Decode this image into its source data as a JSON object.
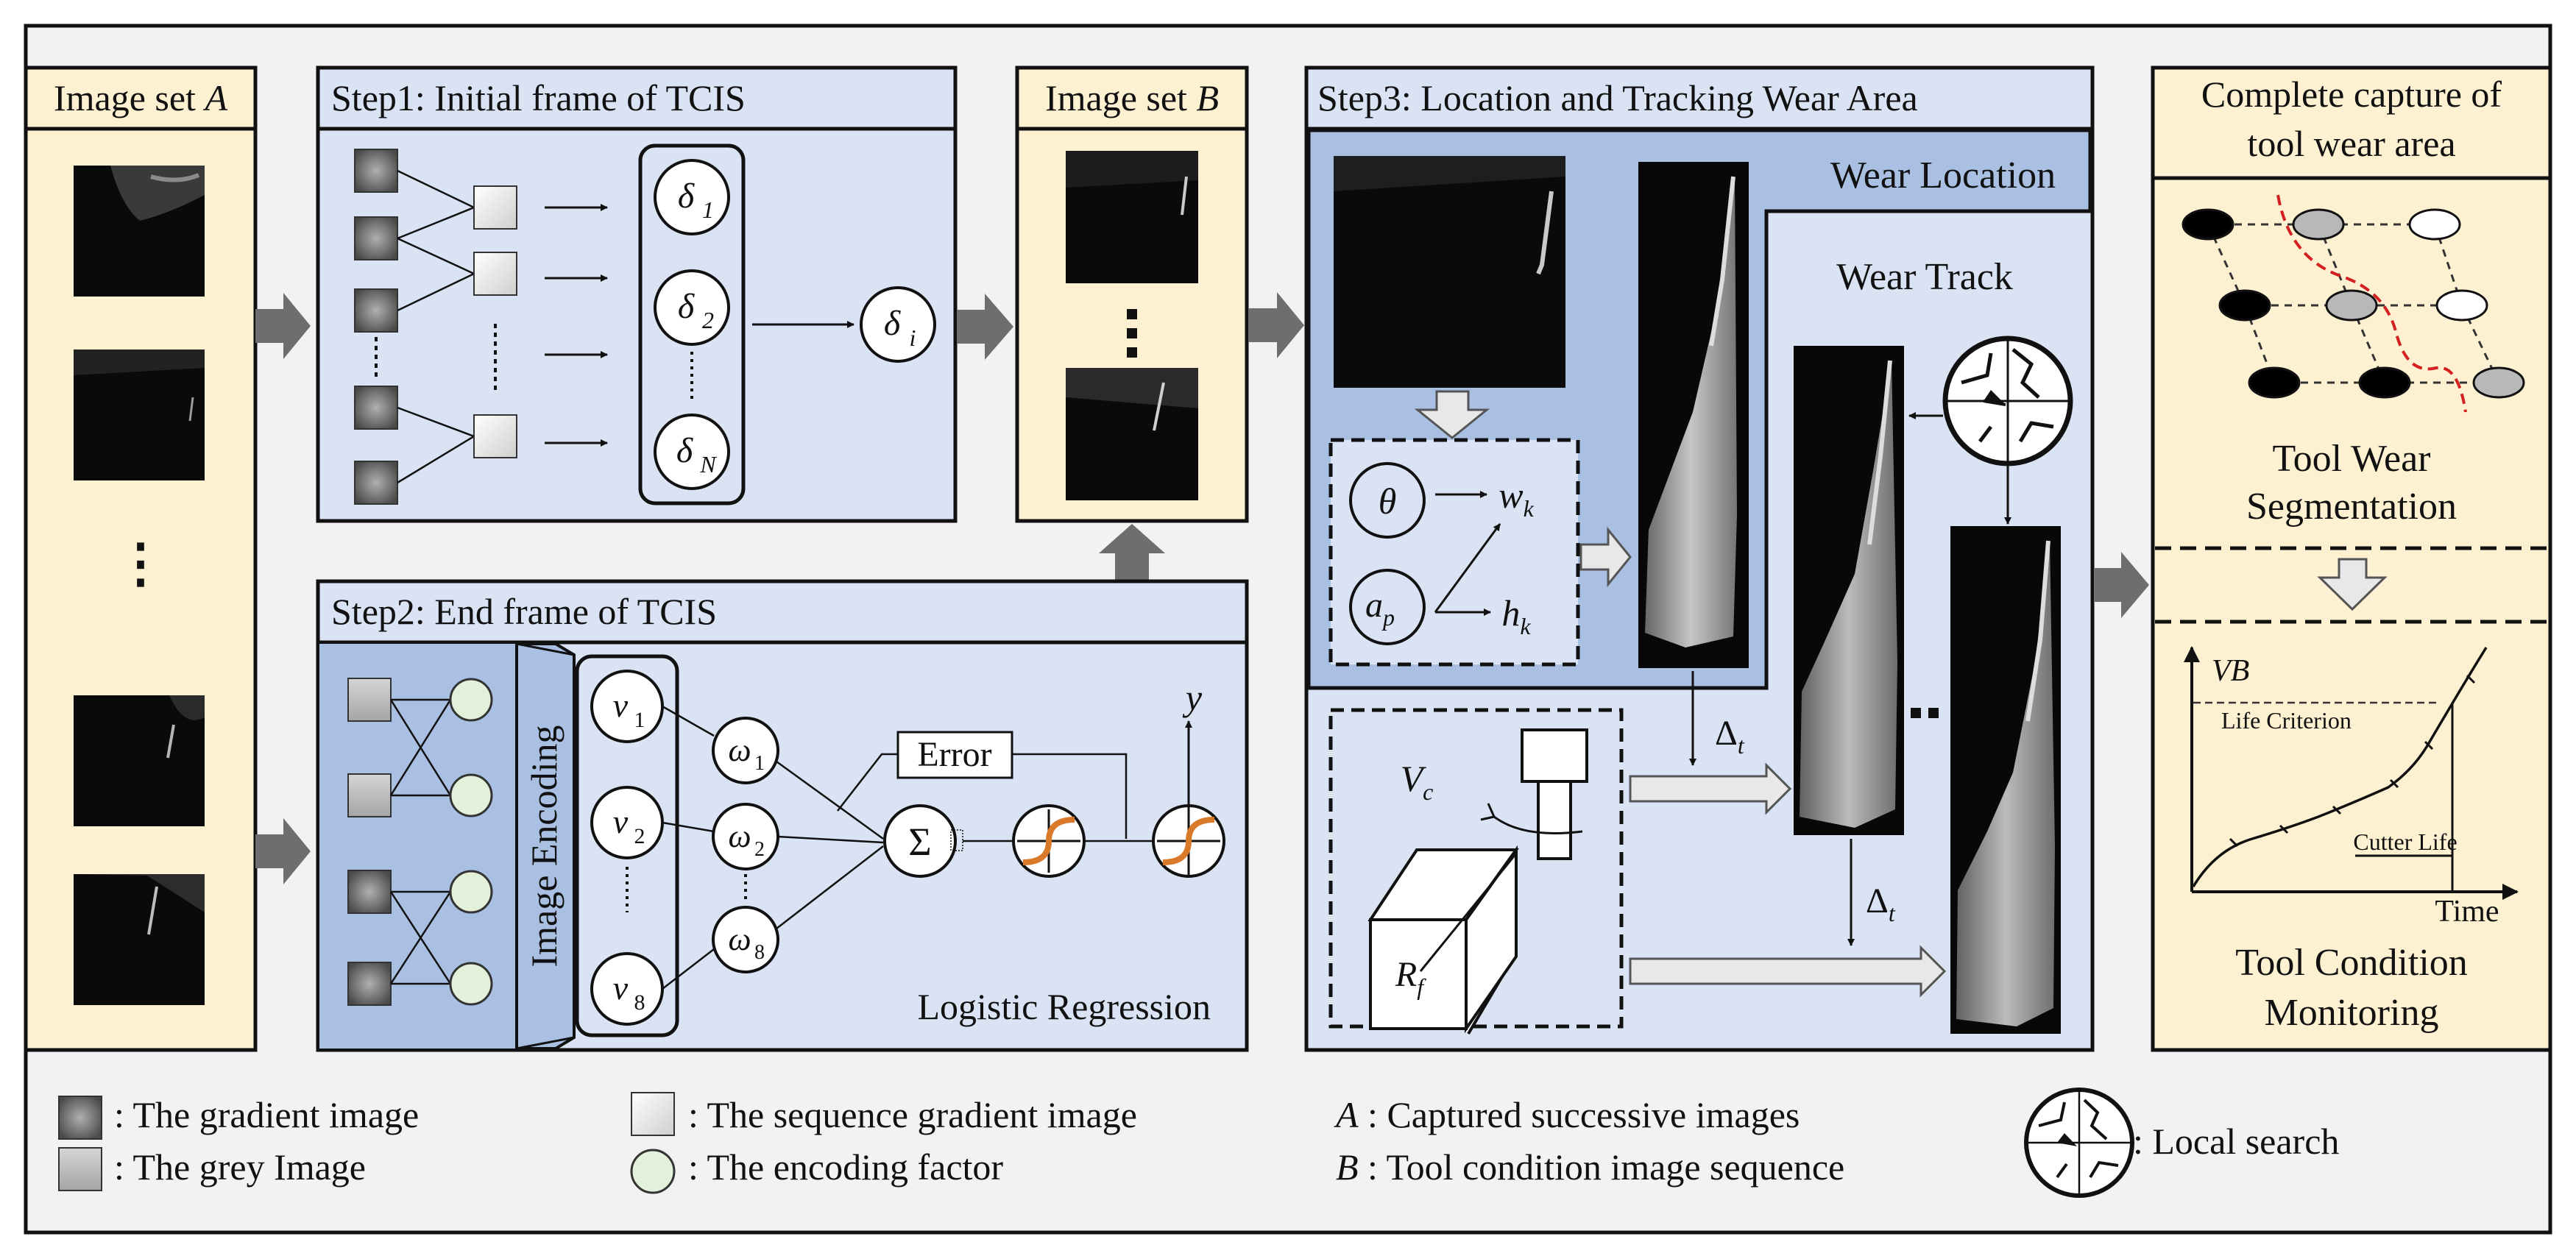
{
  "colors": {
    "frame_bg": "#f2f2f2",
    "panel_yellow": "#fdf1d2",
    "panel_blue": "#d9e3f3",
    "panel_blue_dark": "#a9c0e3",
    "encoding_factor": "#e3f0da",
    "arrow": "#707070",
    "red_dashed": "#d42020",
    "curve_orange": "#d97a2b"
  },
  "image_set_a": {
    "title": "Image set ",
    "title_var": "A",
    "dots": "⋮"
  },
  "step1": {
    "title": "Step1: Initial frame of TCIS",
    "deltas": [
      "δ",
      "δ",
      "δ"
    ],
    "delta_subs": [
      "1",
      "2",
      "N"
    ],
    "delta_out": "δ",
    "delta_out_sub": "i"
  },
  "image_set_b": {
    "title": "Image set ",
    "title_var": "B"
  },
  "step2": {
    "title": "Step2: End frame of TCIS",
    "image_encoding": "Image Encoding",
    "v_nodes": [
      "v",
      "v",
      "v"
    ],
    "v_subs": [
      "1",
      "2",
      "8"
    ],
    "w_nodes": [
      "ω",
      "ω",
      "ω"
    ],
    "w_subs": [
      "1",
      "2",
      "8"
    ],
    "sum_symbol": "Σ",
    "error_label": "Error",
    "y_label": "y",
    "logistic_label": "Logistic Regression"
  },
  "step3": {
    "title": "Step3: Location and Tracking Wear Area",
    "wear_location": "Wear Location",
    "wear_track": "Wear Track",
    "theta": "θ",
    "a_p": "a",
    "a_p_sub": "p",
    "w_k": "w",
    "w_k_sub": "k",
    "h_k": "h",
    "h_k_sub": "k",
    "delta_t": "Δ",
    "delta_t_sub": "t",
    "v_c": "V",
    "v_c_sub": "c",
    "r_f": "R",
    "r_f_sub": "f",
    "ellipsis": "■■"
  },
  "capture": {
    "title_line1": "Complete capture of",
    "title_line2": "tool wear area",
    "segmentation_line1": "Tool Wear",
    "segmentation_line2": "Segmentation",
    "vb_label": "VB",
    "life_criterion": "Life Criterion",
    "cutter_life": "Cutter Life",
    "time_label": "Time",
    "monitoring_line1": "Tool Condition",
    "monitoring_line2": "Monitoring"
  },
  "legend": {
    "gradient_image": ": The gradient image",
    "grey_image": ": The grey Image",
    "sequence_gradient": ": The sequence gradient image",
    "encoding_factor": ": The encoding factor",
    "a_var": "A",
    "a_desc": " : Captured successive images",
    "b_var": "B",
    "b_desc": " : Tool condition image sequence",
    "local_search": ": Local search"
  }
}
